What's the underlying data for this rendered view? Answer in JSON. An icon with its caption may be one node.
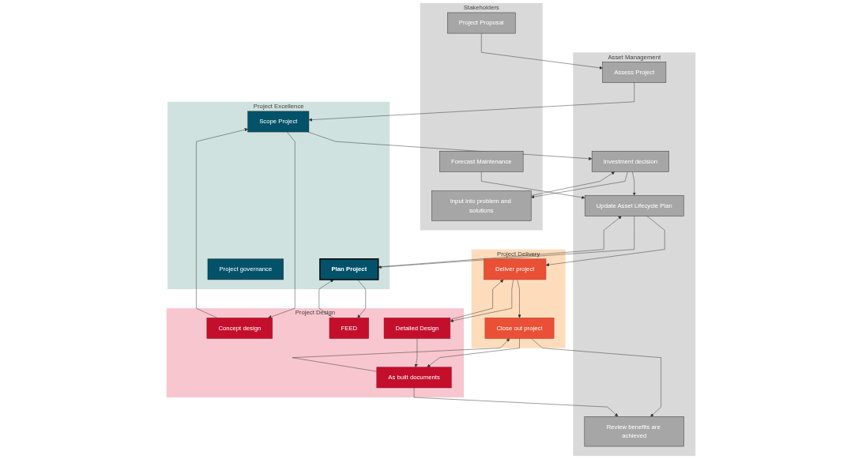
{
  "diagram": {
    "nodes": [
      {
        "text": [
          "Stakeholders"
        ]
      },
      {
        "text": [
          "Project Proposal"
        ],
        "in": 0
      },
      {
        "text": [
          "Input into problem and solutions"
        ],
        "in": 0
      },
      {
        "text": [
          "Forecast Maintenance"
        ],
        "in": 0
      },
      {
        "text": [
          "Asset Management"
        ]
      },
      {
        "text": [
          "Assess Project"
        ],
        "in": 4
      },
      {
        "text": [
          "Investment decision"
        ],
        "in": 4
      },
      {
        "text": [
          "Update Asset Lifecycle Plan"
        ],
        "in": 4
      },
      {
        "text": [
          "Review benefits are achieved"
        ],
        "in": 4
      },
      {
        "text": [
          "Project Excellence"
        ]
      },
      {
        "text": [
          "Scope Project"
        ],
        "in": 9
      },
      {
        "text": [
          "Plan Project"
        ],
        "in": 9
      },
      {
        "text": [
          "Project governance"
        ],
        "in": 9
      },
      {
        "text": [
          "Project Delivery"
        ]
      },
      {
        "text": [
          "Deliver project"
        ],
        "in": 13
      },
      {
        "text": [
          "Close out project"
        ],
        "in": 13
      },
      {
        "text": [
          "Project Design"
        ]
      },
      {
        "text": [
          "Concept design"
        ],
        "in": 16
      },
      {
        "text": [
          "FEED"
        ],
        "in": 16
      },
      {
        "text": [
          "Detailed Design"
        ],
        "in": 16
      },
      {
        "text": [
          "As built documents"
        ],
        "in": 16
      }
    ],
    "edges": [
      {
        "from": 1,
        "to": 5,
        "arrow": "to"
      },
      {
        "from": 2,
        "to": 6,
        "arrow": "to"
      },
      {
        "from": 6,
        "to": 2,
        "arrow": "to"
      },
      {
        "from": 3,
        "to": 7,
        "arrow": "to"
      },
      {
        "from": 6,
        "to": 7,
        "arrow": "to"
      },
      {
        "from": 5,
        "to": 10,
        "arrow": "to"
      },
      {
        "from": 10,
        "to": 6,
        "arrow": "to"
      },
      {
        "from": 7,
        "to": 11,
        "arrow": "to"
      },
      {
        "from": 11,
        "to": 7,
        "arrow": "to"
      },
      {
        "from": 7,
        "to": 14,
        "arrow": "to"
      },
      {
        "from": 10,
        "to": 17,
        "arrow": "to"
      },
      {
        "from": 17,
        "to": 10,
        "arrow": "to"
      },
      {
        "from": 11,
        "to": 18,
        "arrow": "to"
      },
      {
        "from": 18,
        "to": 11,
        "arrow": "to"
      },
      {
        "from": 14,
        "to": 15,
        "arrow": "to"
      },
      {
        "from": 14,
        "to": 19,
        "arrow": "to"
      },
      {
        "from": 19,
        "to": 14,
        "arrow": "to"
      },
      {
        "from": 15,
        "to": 20,
        "arrow": "to"
      },
      {
        "from": 20,
        "to": 15,
        "arrow": "to"
      },
      {
        "from": 19,
        "to": 20,
        "arrow": "to"
      },
      {
        "from": 15,
        "to": 8,
        "arrow": "to"
      },
      {
        "from": 20,
        "to": 8,
        "arrow": "to"
      }
    ]
  }
}
